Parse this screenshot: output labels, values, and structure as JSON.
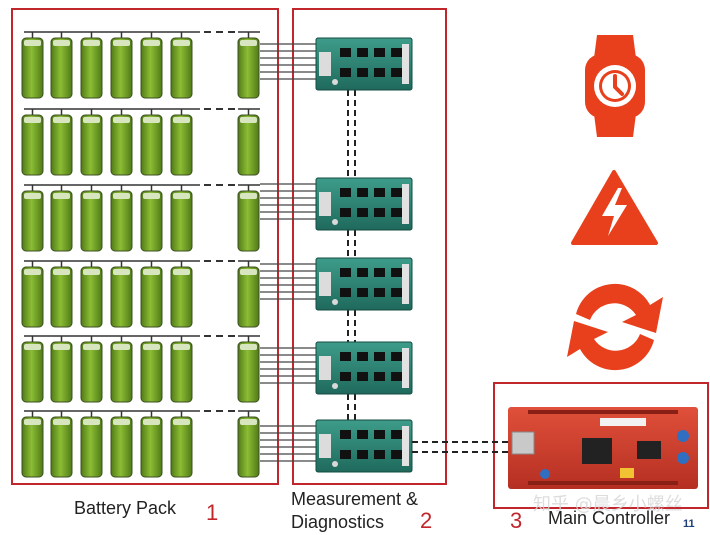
{
  "labels": {
    "battery_pack": "Battery Pack",
    "measurement_line1": "Measurement &",
    "measurement_line2": "Diagnostics",
    "main_controller": "Main Controller"
  },
  "numbers": {
    "one": "1",
    "two": "2",
    "three": "3"
  },
  "watermark": "知乎 @晨乡小螺丝",
  "slide_number": "11",
  "icons": [
    "watch-icon",
    "warning-lightning-icon",
    "refresh-cycle-icon"
  ],
  "colors": {
    "frame_red": "#c0262c",
    "battery_green": "#7aa82a",
    "board_green": "#2f8a7a",
    "icon_red": "#e8401c"
  },
  "battery_rows": 6,
  "cells_per_row_shown": 7,
  "boards": 5
}
